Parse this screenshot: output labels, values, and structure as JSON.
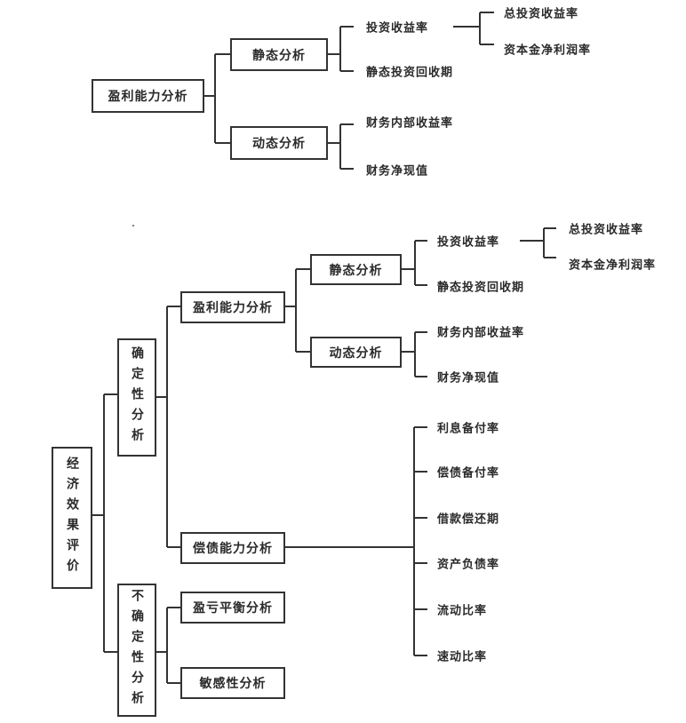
{
  "diagram_top": {
    "root": "盈利能力分析",
    "static": {
      "label": "静态分析",
      "roi": "投资收益率",
      "roi_children": [
        "总投资收益率",
        "资本金净利润率"
      ],
      "payback": "静态投资回收期"
    },
    "dynamic": {
      "label": "动态分析",
      "children": [
        "财务内部收益率",
        "财务净现值"
      ]
    }
  },
  "diagram_bottom": {
    "root": "经济效果评价",
    "certainty": {
      "label": "确定性分析",
      "profitability": {
        "label": "盈利能力分析",
        "static": {
          "label": "静态分析",
          "roi": "投资收益率",
          "roi_children": [
            "总投资收益率",
            "资本金净利润率"
          ],
          "payback": "静态投资回收期"
        },
        "dynamic": {
          "label": "动态分析",
          "children": [
            "财务内部收益率",
            "财务净现值"
          ]
        }
      },
      "solvency": {
        "label": "偿债能力分析",
        "children": [
          "利息备付率",
          "偿债备付率",
          "借款偿还期",
          "资产负债率",
          "流动比率",
          "速动比率"
        ]
      }
    },
    "uncertainty": {
      "label": "不确定性分析",
      "children": [
        "盈亏平衡分析",
        "敏感性分析"
      ]
    }
  }
}
